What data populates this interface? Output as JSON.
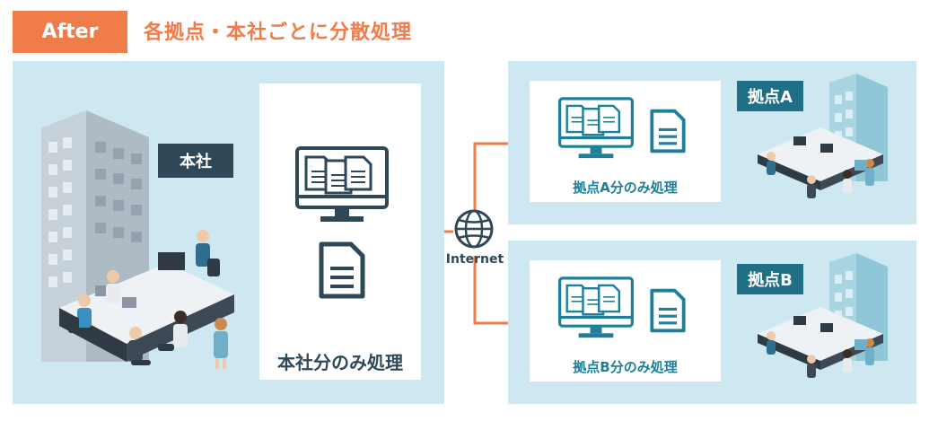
{
  "header": {
    "badge": "After",
    "title": "各拠点・本社ごとに分散処理"
  },
  "hq": {
    "tag": "本社",
    "card_label": "本社分のみ処理"
  },
  "network": {
    "label": "Internet"
  },
  "branches": [
    {
      "tag": "拠点A",
      "card_label": "拠点A分のみ処理"
    },
    {
      "tag": "拠点B",
      "card_label": "拠点B分のみ処理"
    }
  ],
  "colors": {
    "accent": "#f07c4a",
    "panel": "#cde8f1",
    "teal": "#1f6f86",
    "dark": "#2f4858"
  }
}
